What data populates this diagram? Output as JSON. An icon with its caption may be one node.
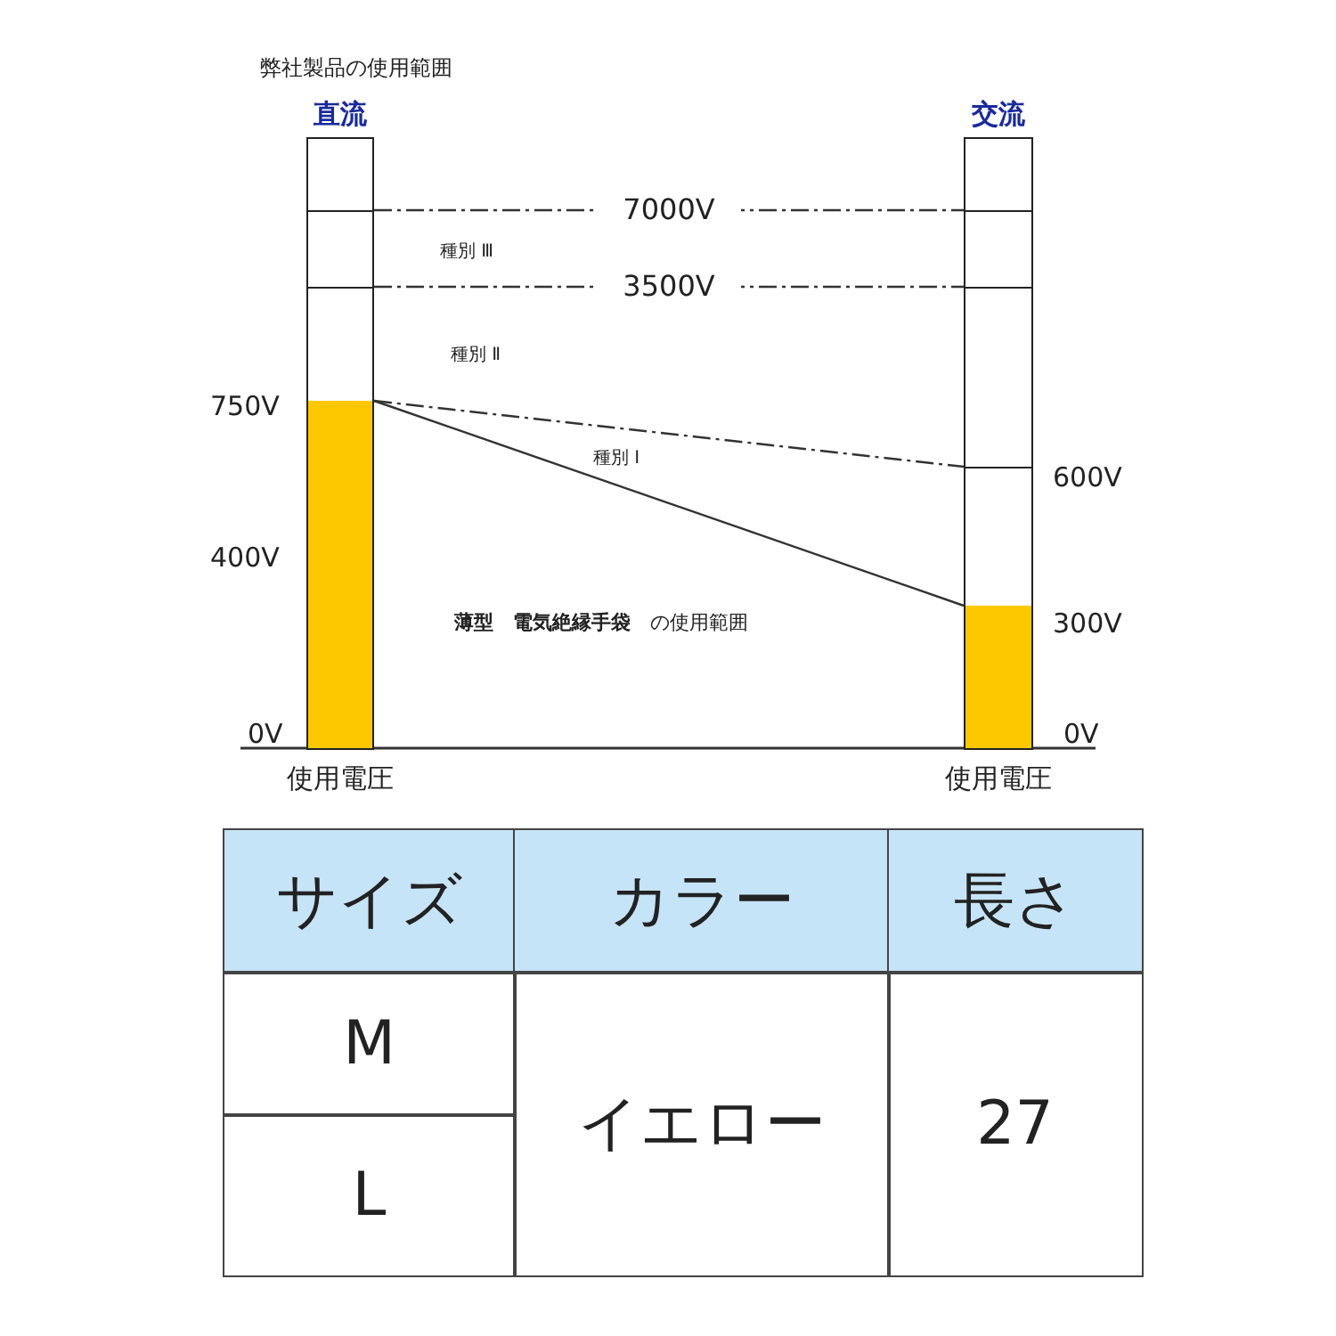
{
  "diagram": {
    "nodes": [
      {
        "text": [
          "直流"
        ],
        "beside": [
          "使用電圧"
        ]
      },
      {
        "text": [
          "交流"
        ],
        "beside": [
          "使用電圧"
        ]
      }
    ],
    "edges": [
      {
        "from": 0,
        "to": 1,
        "arrow": "none",
        "label": "7000V",
        "style": "dashed"
      },
      {
        "from": 0,
        "to": 1,
        "arrow": "none",
        "label": "3500V",
        "style": "dashed"
      },
      {
        "from": 0,
        "to": 1,
        "arrow": "none",
        "style": "dashed"
      },
      {
        "from": 0,
        "to": 1,
        "arrow": "none"
      }
    ],
    "labels": [
      "弊社製品の使用範囲",
      "種別 Ⅲ",
      "種別 Ⅱ",
      "750V",
      "種別 Ⅰ",
      "600V",
      "400V",
      "**薄型　電気絶縁手袋**　の使用範囲",
      "300V",
      "0V",
      "0V",
      "サイズ",
      "カラー",
      "長さ",
      "M",
      "イエロー",
      "27",
      "L"
    ]
  }
}
